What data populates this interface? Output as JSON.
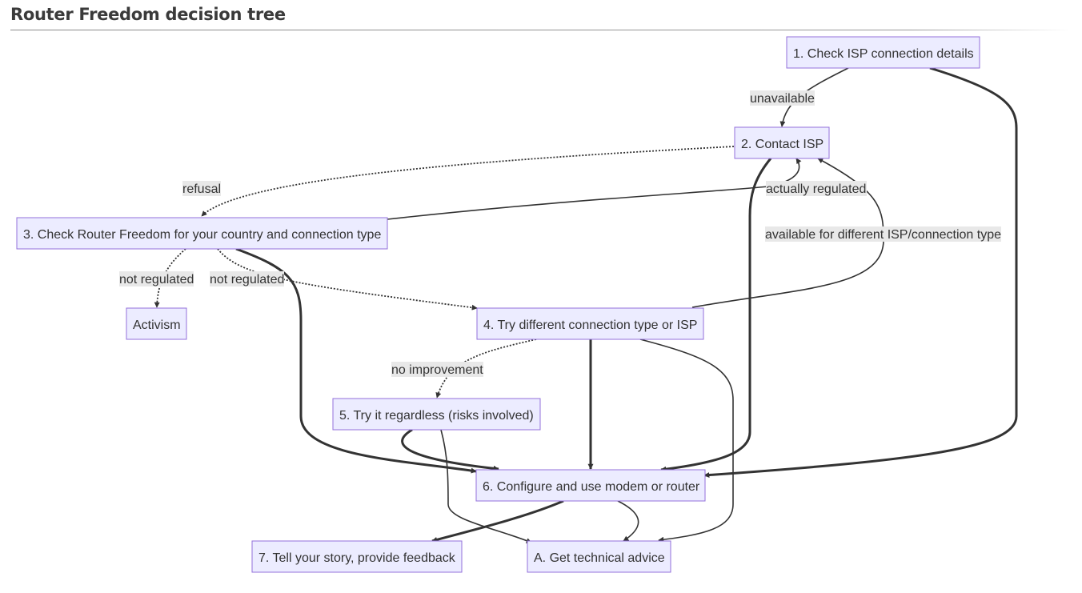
{
  "title": "Router Freedom decision tree",
  "colors": {
    "node_fill": "#ECECFF",
    "node_stroke": "#9370DB",
    "edge": "#333333",
    "label_bg": "#e8e8e8"
  },
  "nodes": {
    "n1": "1. Check ISP connection details",
    "n2": "2. Contact ISP",
    "n3": "3. Check Router Freedom for your country and connection type",
    "activism": "Activism",
    "n4": "4. Try different connection type or ISP",
    "n5": "5. Try it regardless (risks involved)",
    "n6": "6. Configure and use modem or router",
    "n7": "7. Tell your story, provide feedback",
    "nA": "A. Get technical advice"
  },
  "edge_labels": {
    "unavailable": "unavailable",
    "refusal": "refusal",
    "actually_regulated": "actually regulated",
    "available_different": "available for different ISP/connection type",
    "not_regulated_1": "not regulated",
    "not_regulated_2": "not regulated",
    "no_improvement": "no improvement"
  }
}
